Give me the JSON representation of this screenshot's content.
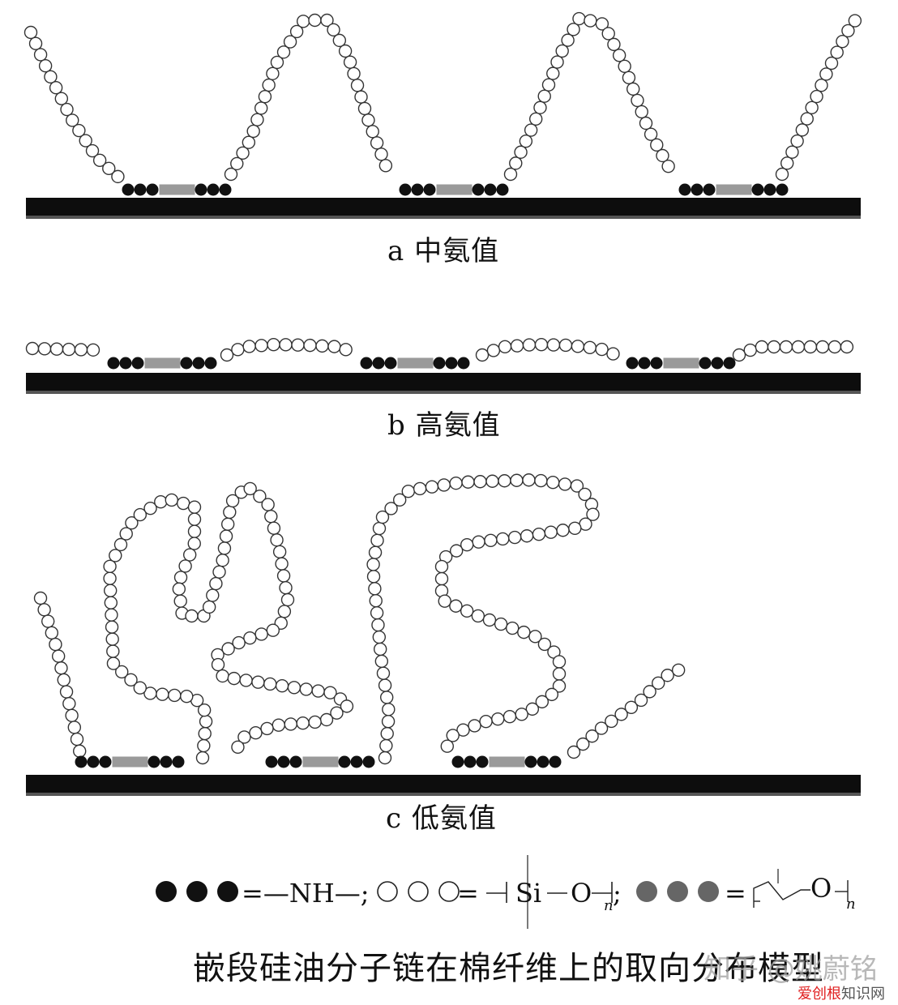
{
  "panels": [
    {
      "id": "a",
      "label": "a 中氨值"
    },
    {
      "id": "b",
      "label": "b 高氨值"
    },
    {
      "id": "c",
      "label": "c 低氨值"
    }
  ],
  "legend": {
    "nh_text": "=—NH—;",
    "sio_eq": "=",
    "si_text": "Si",
    "o_text": "O",
    "n_sub": "n",
    "sep": ";",
    "eo_eq": "=",
    "eo_o": "O",
    "eo_n": "n"
  },
  "caption": "嵌段硅油分子链在棉纤维上的取向分布模型",
  "watermark": {
    "text": "知乎 @姚蔚铭",
    "site_red": "爱创根",
    "site_gray": "知识网"
  },
  "colors": {
    "nh": "#111111",
    "siloxane_fill": "#ffffff",
    "siloxane_stroke": "#333333",
    "eo": "#9a9a9a",
    "fiber": "#0d0d0d"
  }
}
